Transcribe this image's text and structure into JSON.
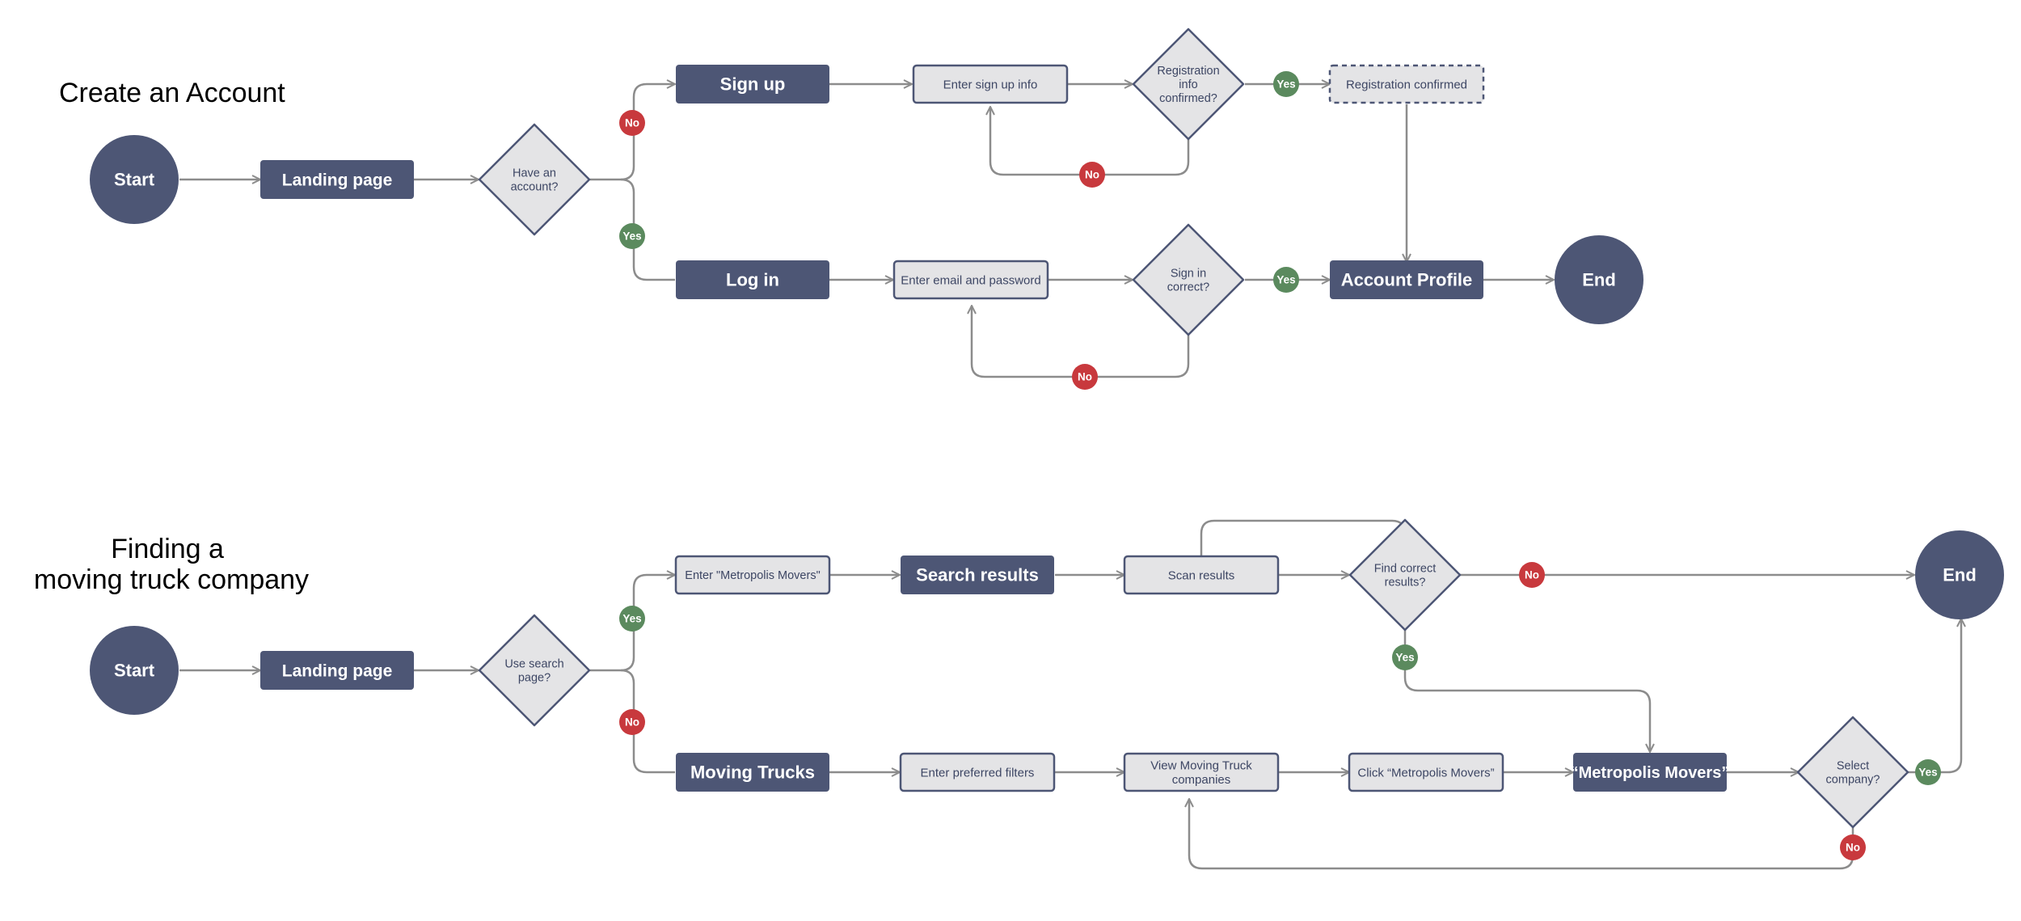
{
  "colors": {
    "dark_node": "#4d5675",
    "light_node": "#e4e4e6",
    "node_stroke": "#4d5675",
    "connector": "#8c8c8c",
    "yes_badge": "#5b8a5e",
    "no_badge": "#c8393d",
    "badge_text": "#ffffff"
  },
  "flow_account": {
    "title": "Create an Account",
    "start": "Start",
    "landing": "Landing page",
    "have_account": [
      "Have an",
      "account?"
    ],
    "sign_up": "Sign up",
    "enter_signup": "Enter sign up info",
    "reg_confirmed_q": [
      "Registration",
      "info",
      "confirmed?"
    ],
    "reg_confirmed": "Registration confirmed",
    "log_in": "Log in",
    "enter_email": "Enter email and password",
    "sign_in_q": [
      "Sign in",
      "correct?"
    ],
    "account_profile": "Account Profile",
    "end": "End",
    "yes": "Yes",
    "no": "No"
  },
  "flow_truck": {
    "title": [
      "Finding a",
      "moving truck company"
    ],
    "start": "Start",
    "landing": "Landing page",
    "use_search_q": [
      "Use search",
      "page?"
    ],
    "enter_metro": "Enter \"Metropolis Movers\"",
    "search_results": "Search results",
    "scan_results": "Scan results",
    "find_correct_q": [
      "Find correct",
      "results?"
    ],
    "end": "End",
    "moving_trucks": "Moving Trucks",
    "enter_filters": "Enter preferred filters",
    "view_companies": [
      "View Moving Truck",
      "companies"
    ],
    "click_metro": "Click “Metropolis Movers”",
    "metro_movers": "“Metropolis Movers”",
    "select_company_q": [
      "Select",
      "company?"
    ],
    "yes": "Yes",
    "no": "No"
  }
}
